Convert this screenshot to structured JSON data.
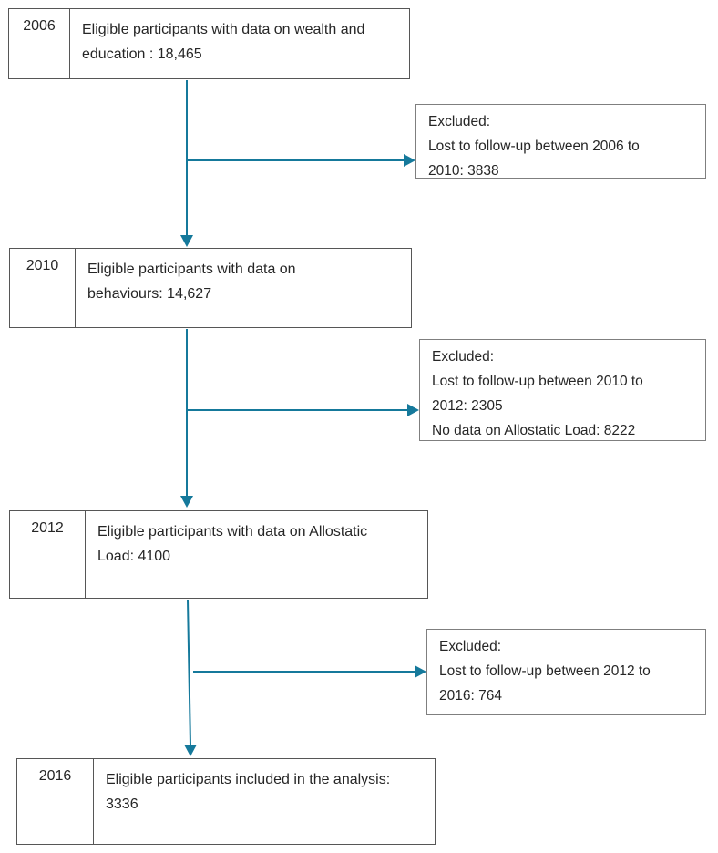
{
  "colors": {
    "arrow": "#15799B",
    "border": "#565656",
    "excl_border": "#7f7f7f",
    "text": "#262626",
    "background": "#ffffff"
  },
  "flow": {
    "stages": [
      {
        "year": "2006",
        "lines": [
          "Eligible participants with data on wealth and",
          "education : 18,465"
        ]
      },
      {
        "year": "2010",
        "lines": [
          "Eligible participants with data on",
          "behaviours: 14,627"
        ]
      },
      {
        "year": "2012",
        "lines": [
          "Eligible participants with data on Allostatic",
          "Load: 4100"
        ]
      },
      {
        "year": "2016",
        "lines": [
          "Eligible participants included in the analysis:",
          "3336"
        ]
      }
    ],
    "exclusions": [
      {
        "lines": [
          "Excluded:",
          "Lost to follow-up between 2006 to",
          "2010: 3838"
        ]
      },
      {
        "lines": [
          "Excluded:",
          "Lost to follow-up between 2010 to",
          "2012: 2305",
          "No data on Allostatic Load: 8222"
        ]
      },
      {
        "lines": [
          "Excluded:",
          "Lost to follow-up between 2012 to",
          "2016: 764"
        ]
      }
    ]
  }
}
